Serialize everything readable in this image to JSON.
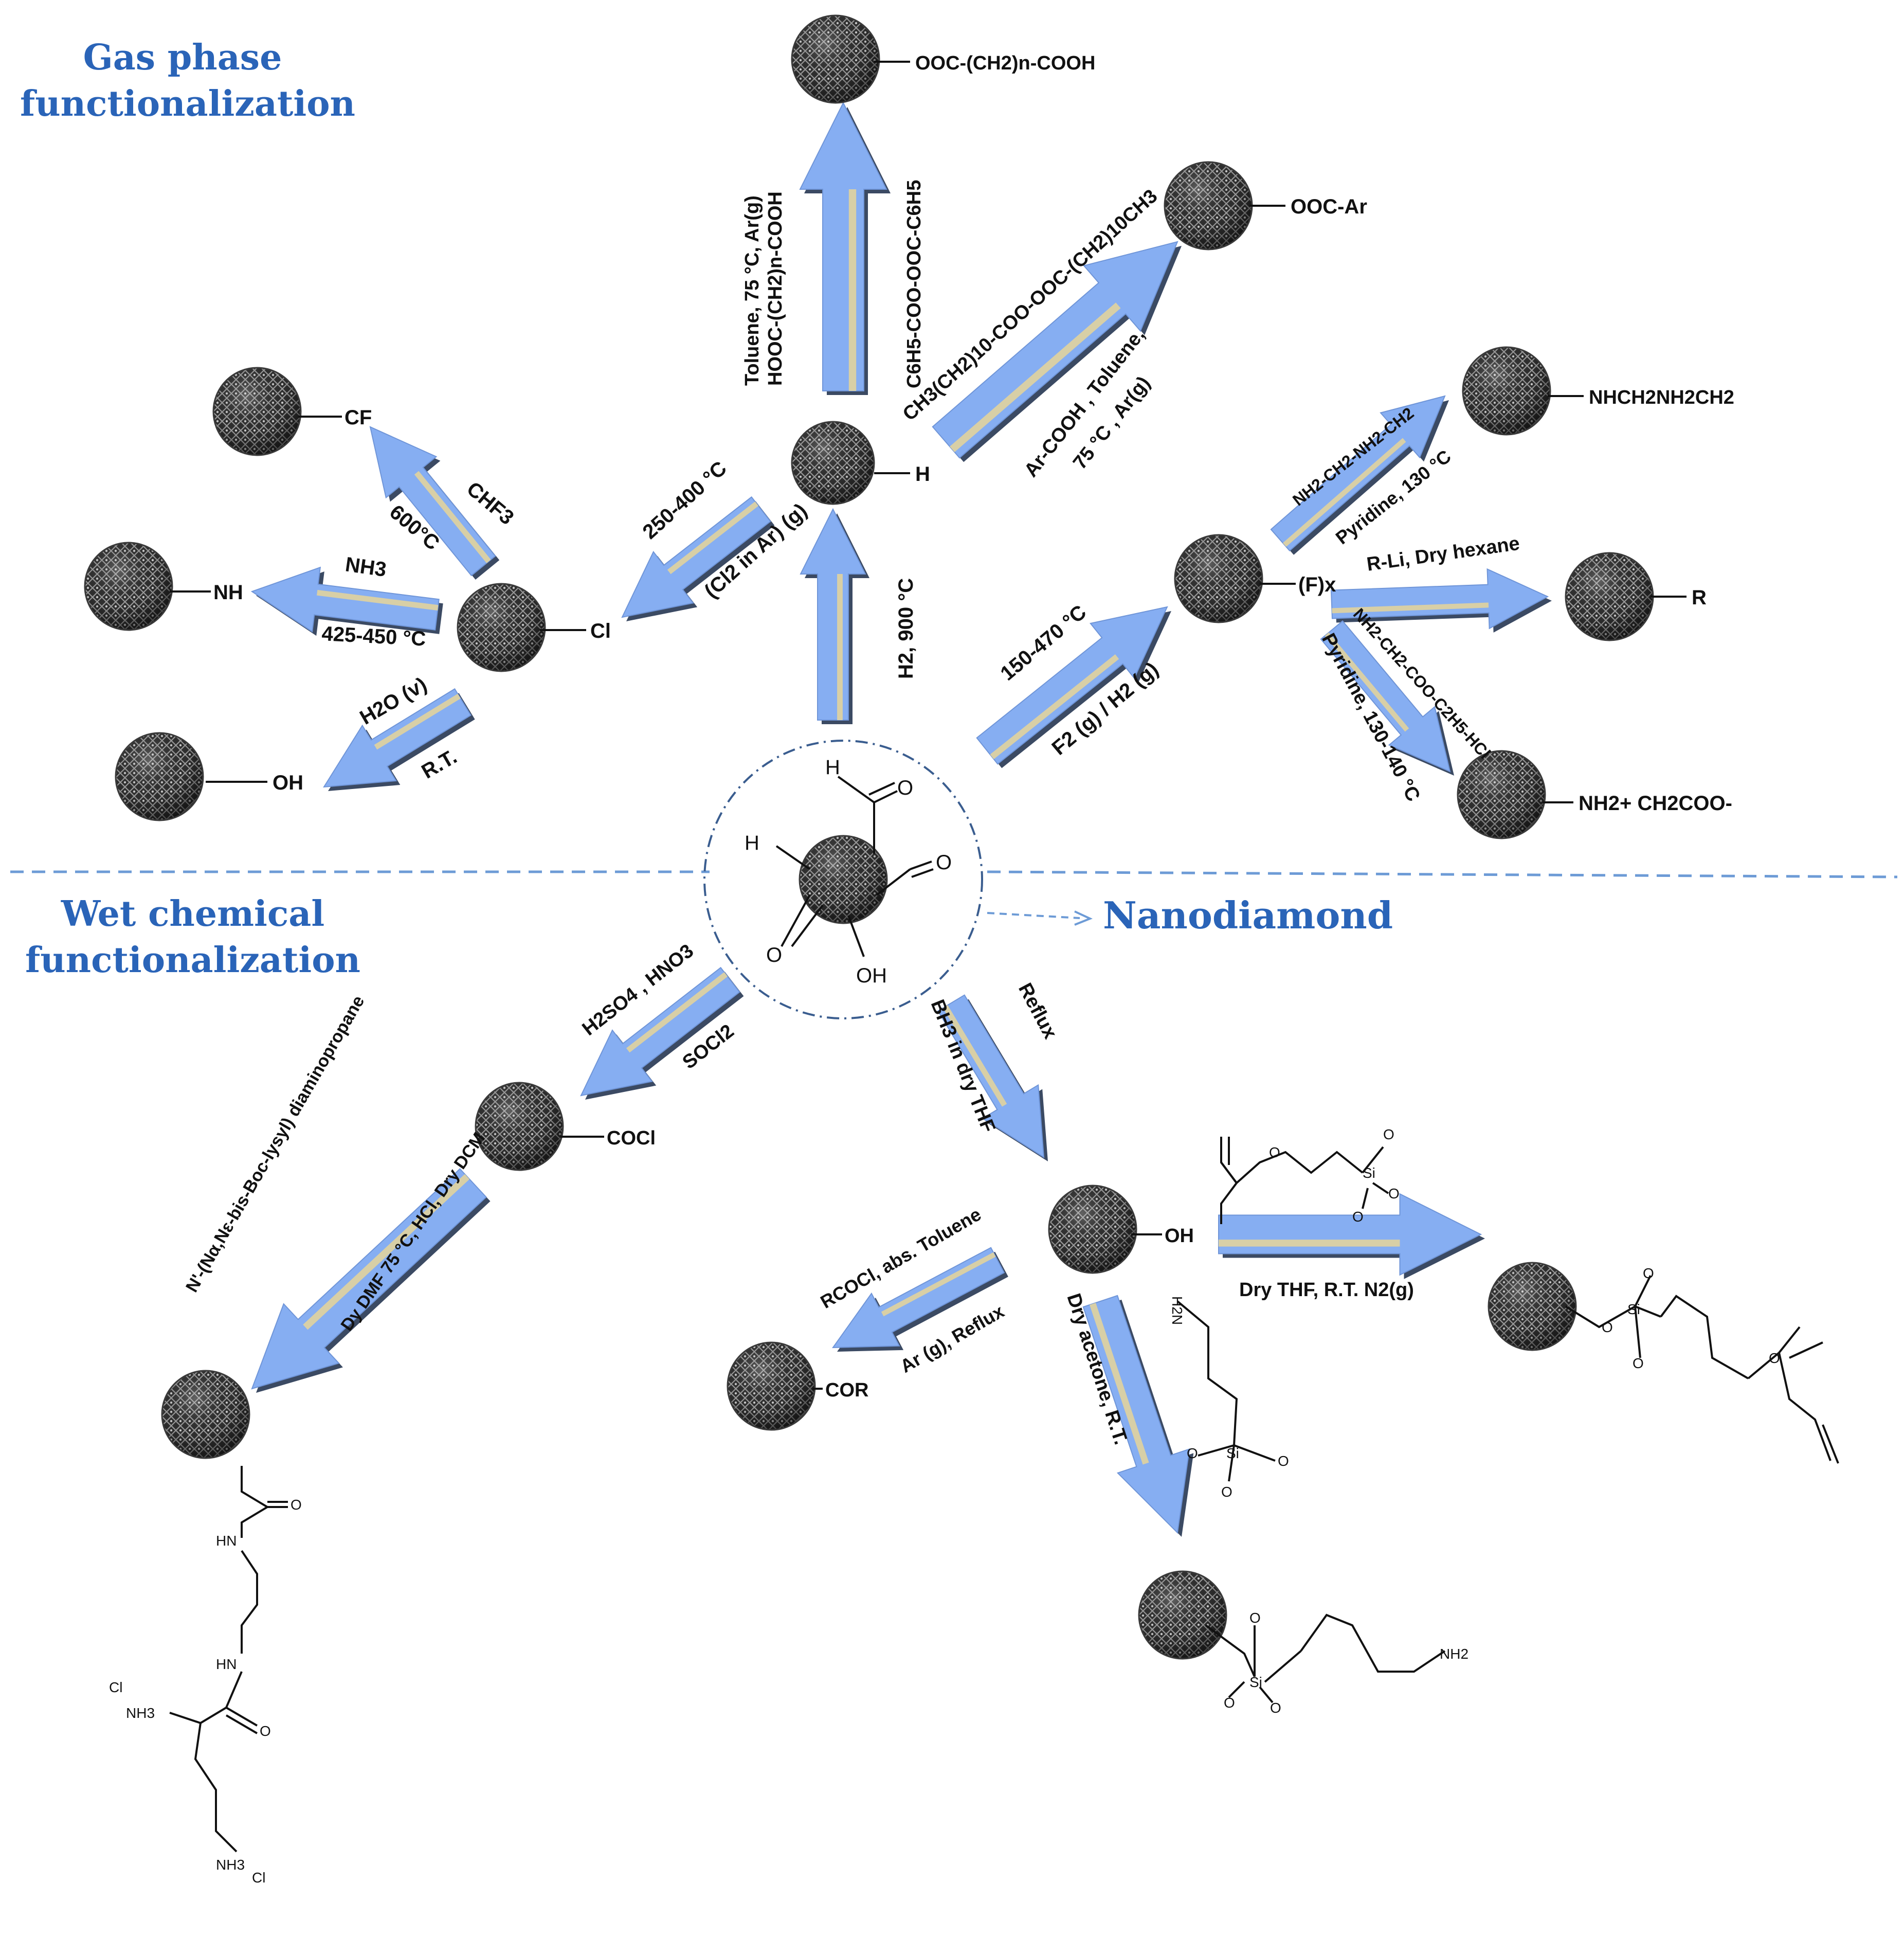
{
  "titles": {
    "gas": [
      "Gas phase",
      "functionalization"
    ],
    "wet": [
      "Wet chemical",
      "functionalization"
    ],
    "nanodiamond": "Nanodiamond"
  },
  "colors": {
    "title": "#2a64b8",
    "arrow_fill": "#86aef2",
    "arrow_edge": "#3b4a63",
    "arrow_stripe": "#d8cfa6",
    "divider": "#6d9bd6",
    "particle": "#3a3a3a"
  },
  "center": {
    "atoms": {
      "h_top": "H",
      "o_top": "O",
      "h_left": "H",
      "o_right": "O",
      "o_bottom": "O",
      "oh": "OH"
    }
  },
  "products": {
    "cf": "CF",
    "nh2": "NH",
    "oh_gas": "OH",
    "cl": "Cl",
    "h": "H",
    "ooc_chain": "OOC-(CH2)n-COOH",
    "ooc_ar": "OOC-Ar",
    "nhch2": "NHCH2NH2CH2",
    "fx": "(F)x",
    "r": "R",
    "nh2_ch2coo": "NH2+ CH2COO-",
    "cocl": "COCl",
    "oh_wet": "OH",
    "cor": "COR"
  },
  "conditions": {
    "chf3": "CHF3",
    "t600": "600°C",
    "nh3": "NH3",
    "t425": "425-450 °C",
    "h2o": "H2O (v)",
    "rt": "R.T.",
    "t250": "250-400 °C",
    "cl2": "(Cl2 in Ar) (g)",
    "h2": "H2, 900 °C",
    "toluene1": "Toluene, 75 °C, Ar(g)",
    "hooc": "HOOC-(CH2)n-COOH",
    "benzoyl": "C6H5-COO-OOC-C6H5",
    "lauroyl": "CH3(CH2)10-COO-OOC-(CH2)10CH3",
    "arcooh": "Ar-COOH , Toluene,",
    "t75ar": "75 °C , Ar(g)",
    "t150": "150-470 °C",
    "f2": "F2 (g) / H2 (g)",
    "amine": "NH2-CH2-NH2-CH2",
    "pyr130": "Pyridine, 130 °C",
    "rli": "R-Li, Dry hexane",
    "glycine": "NH2-CH2-COO-C2H5-HCl",
    "pyr140": "Pyridine, 130-140 °C",
    "h2so4": "H2SO4 , HNO3",
    "socl2": "SOCl2",
    "bh3": "BH3 in dry THF",
    "reflux": "Reflux",
    "boc": "N'-(Nα,Nε-bis-Boc-lysyl) diaminopropane",
    "dmf": "Dy DMF 75 °C, HCl, Dry DCM",
    "rcocl": "RCOCl, abs. Toluene",
    "arreflux": "Ar (g), Reflux",
    "acetone": "Dry acetone, R.T.",
    "drythf": "Dry THF, R.T. N2(g)"
  },
  "structures": {
    "silane_o": "O",
    "silane_si": "Si",
    "amino_h2n": "H2N",
    "amino_nh2": "NH2",
    "lys_o": "O",
    "lys_hn": "HN",
    "lys_nh3": "NH3",
    "lys_cl": "Cl"
  }
}
